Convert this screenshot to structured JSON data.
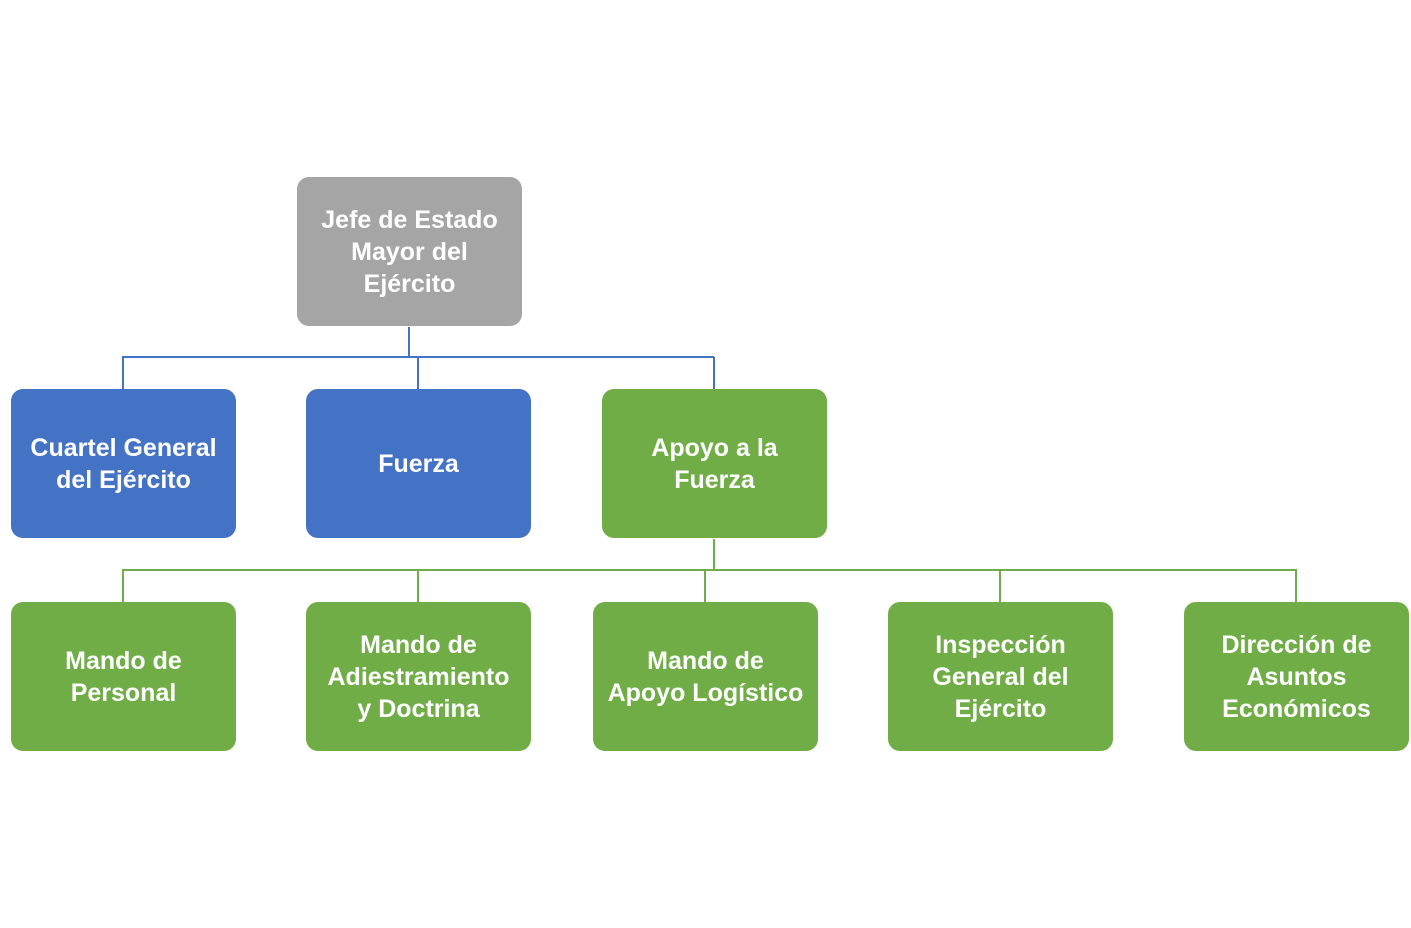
{
  "colors": {
    "root": "#a5a5a5",
    "blue": "#4472c4",
    "green": "#70ad47",
    "connector_blue": "#4472c4",
    "connector_green": "#70ad47",
    "text": "#ffffff"
  },
  "root": {
    "label": "Jefe de Estado\nMayor del\nEjército"
  },
  "level1": [
    {
      "label": "Cuartel General\ndel Ejército"
    },
    {
      "label": "Fuerza"
    },
    {
      "label": "Apoyo a la\nFuerza"
    }
  ],
  "level2": [
    {
      "label": "Mando de\nPersonal"
    },
    {
      "label": "Mando de\nAdiestramiento\ny Doctrina"
    },
    {
      "label": "Mando de\nApoyo Logístico"
    },
    {
      "label": "Inspección\nGeneral del\nEjército"
    },
    {
      "label": "Dirección de\nAsuntos\nEconómicos"
    }
  ]
}
